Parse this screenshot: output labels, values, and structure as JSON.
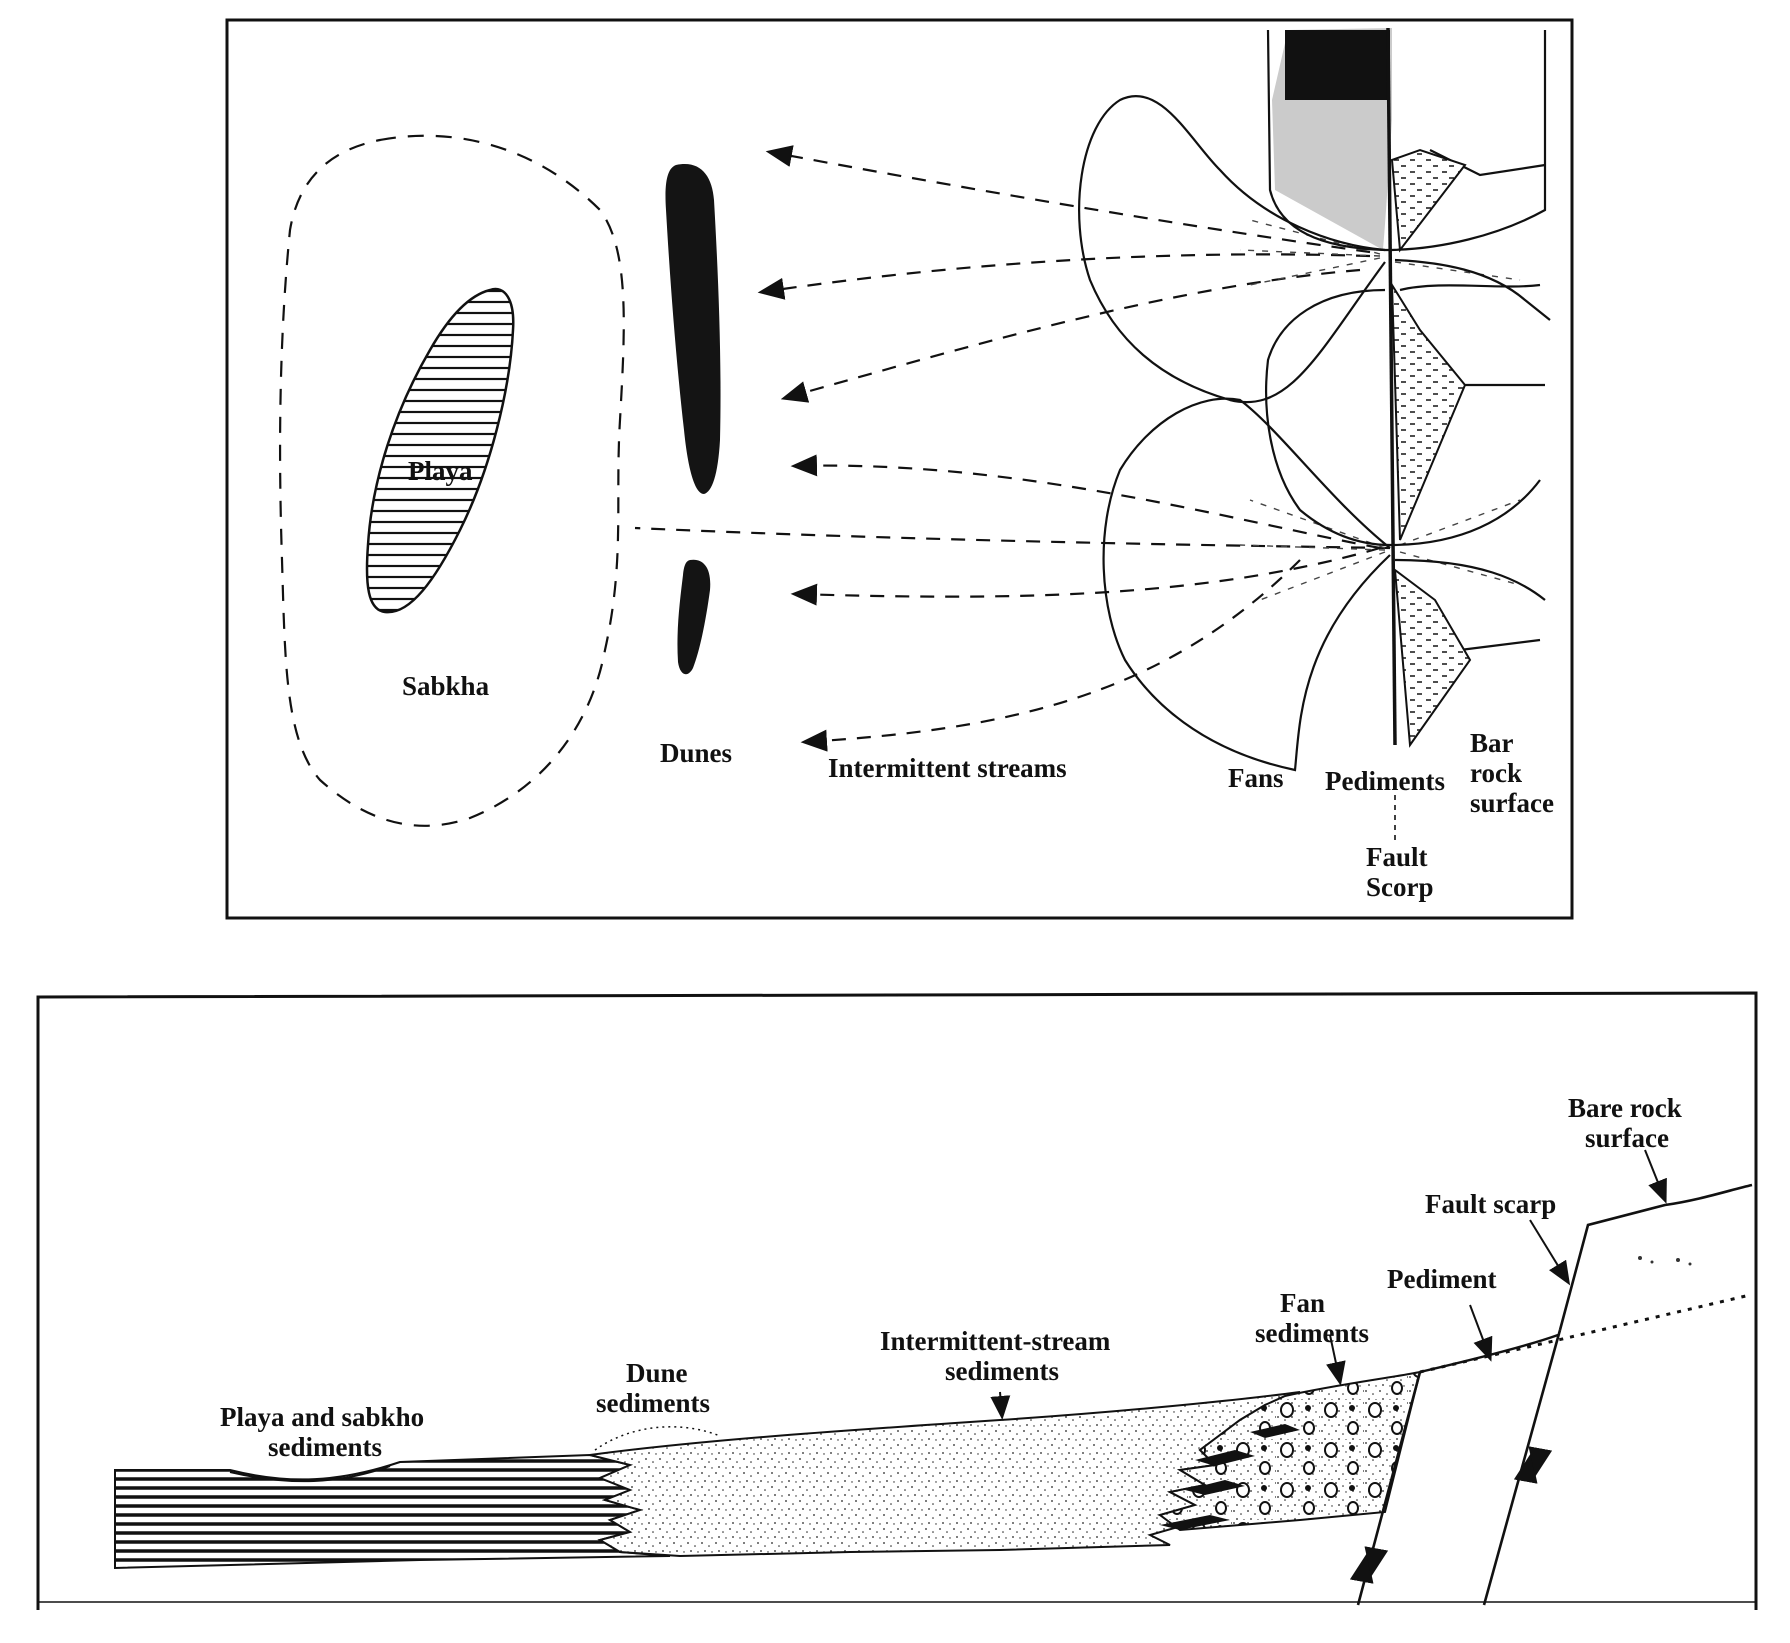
{
  "plan_view": {
    "labels": {
      "playa": "Playa",
      "sabkha": "Sabkha",
      "dunes": "Dunes",
      "intermittent_streams": "Intermittent streams",
      "fans": "Fans",
      "pediments": "Pediments",
      "bar_rock_surface": [
        "Bar",
        "rock",
        "surface"
      ],
      "fault_scorp": [
        "Fault",
        "Scorp"
      ]
    }
  },
  "cross_section": {
    "labels": {
      "bare_rock_surface": [
        "Bare rock",
        "surface"
      ],
      "fault_scarp": "Fault scarp",
      "pediment": "Pediment",
      "fan_sediments": [
        "Fan",
        "sediments"
      ],
      "intermittent_stream_sediments": [
        "Intermittent-stream",
        "sediments"
      ],
      "dune_sediments": [
        "Dune",
        "sediments"
      ],
      "playa_sabkho_sediments": [
        "Playa and sabkho",
        "sediments"
      ]
    }
  },
  "colors": {
    "ink": "#111111",
    "background": "#ffffff"
  }
}
